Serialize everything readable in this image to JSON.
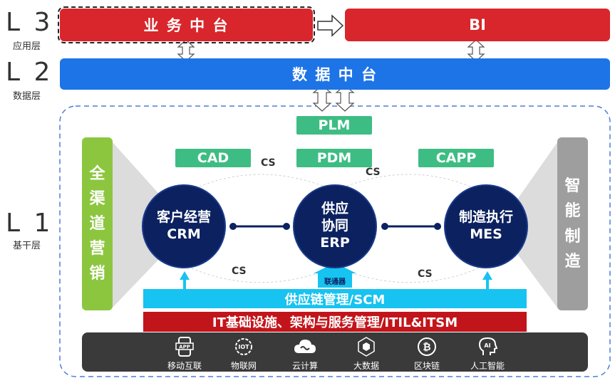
{
  "levels": {
    "l3": {
      "num": "L 3",
      "name": "应用层"
    },
    "l2": {
      "num": "L 2",
      "name": "数据层"
    },
    "l1": {
      "num": "L 1",
      "name": "基干层"
    }
  },
  "l3": {
    "business_platform": "业 务 中 台",
    "bi": "BI"
  },
  "l2": {
    "data_platform": "数 据 中 台"
  },
  "l1": {
    "plm": "PLM",
    "cad": "CAD",
    "pdm": "PDM",
    "capp": "CAPP",
    "crm": {
      "line1": "客户经营",
      "line2": "CRM"
    },
    "erp": {
      "line1": "供应",
      "line2": "协同",
      "line3": "ERP"
    },
    "mes": {
      "line1": "制造执行",
      "line2": "MES"
    },
    "cs_labels": [
      "CS",
      "CS",
      "CS",
      "CS"
    ],
    "connector": "联通器",
    "left_panel": [
      "全",
      "渠",
      "道",
      "营",
      "销"
    ],
    "right_panel": [
      "智",
      "能",
      "制",
      "造"
    ],
    "scm": "供应链管理/SCM",
    "itil": "IT基础设施、架构与服务管理/ITIL&ITSM"
  },
  "tech": [
    {
      "label": "移动互联",
      "icon": "app-icon"
    },
    {
      "label": "物联网",
      "icon": "iot-icon"
    },
    {
      "label": "云计算",
      "icon": "cloud-icon"
    },
    {
      "label": "大数据",
      "icon": "big-data-icon"
    },
    {
      "label": "区块链",
      "icon": "blockchain-icon"
    },
    {
      "label": "人工智能",
      "icon": "ai-icon"
    }
  ],
  "colors": {
    "red": "#d8262c",
    "blue": "#1d74e6",
    "green": "#3dbd83",
    "navy": "#0b2160",
    "cyan": "#17c3f0",
    "dark_red": "#c2151b",
    "left_green": "#8cc63f",
    "right_gray": "#9e9e9e",
    "tech_bar": "#3a3a3a"
  }
}
